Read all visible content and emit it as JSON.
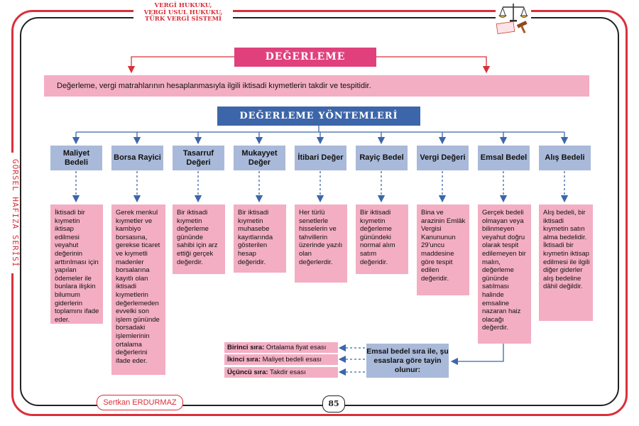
{
  "header": {
    "title_lines": [
      "VERGİ HUKUKU,",
      "VERGİ USUL HUKUKU,",
      "TÜRK VERGİ SİSTEMİ"
    ]
  },
  "side_label": "GÖRSEL HAFIZA SERİSİ",
  "colors": {
    "frame_red": "#d9303a",
    "heading_pink": "#e0417d",
    "box_pink": "#f3aec4",
    "heading_blue": "#3d66aa",
    "box_blue": "#a9b9d9"
  },
  "heading": "DEĞERLEME",
  "definition": "Değerleme, vergi matrahlarının hesaplanmasıyla ilgili iktisadi kıymetlerin takdir ve tespitidir.",
  "methods_heading": "DEĞERLEME YÖNTEMLERİ",
  "methods": [
    {
      "name": "Maliyet Bedeli",
      "desc": "İktisadi bir kıymetin iktisap edilmesi veyahut değerinin arttırılması için yapılan ödemeler ile bunlara ilişkin bilumum giderlerin toplamını ifade eder."
    },
    {
      "name": "Borsa Rayici",
      "desc": "Gerek menkul kıymetler ve kambiyo borsasına, gerekse ticaret ve kıymetli madenler borsalarına kayıtlı olan iktisadi kıymetlerin değerlemeden evvelki son işlem gününde borsadaki işlemlerinin ortalama değerlerini ifade eder."
    },
    {
      "name": "Tasarruf Değeri",
      "desc": "Bir iktisadi kıymetin değerleme gününde sahibi için arz ettiği gerçek değerdir."
    },
    {
      "name": "Mukayyet Değer",
      "desc": "Bir iktisadi kıymetin muhasebe kayıtlarında gösterilen hesap değeridir."
    },
    {
      "name": "İtibari Değer",
      "desc": "Her türlü senetlerle hisselerin ve tahvillerin üzerinde yazılı olan değerlerdir."
    },
    {
      "name": "Rayiç Bedel",
      "desc": "Bir iktisadi kıymetin değerleme günündeki normal alım satım değeridir."
    },
    {
      "name": "Vergi Değeri",
      "desc": "Bina ve arazinin Emlâk Vergisi Kanununun 29'uncu maddesine göre tespit edilen değeridir."
    },
    {
      "name": "Emsal Bedel",
      "desc": "Gerçek bedeli olmayan veya bilinmeyen veyahut doğru olarak tespit edilemeyen bir malın, değerleme gününde satılması halinde emsaline nazaran haiz olacağı değerdir."
    },
    {
      "name": "Alış Bedeli",
      "desc": "Alış bedeli, bir iktisadi kıymetin satın alma bedelidir. İktisadi bir kıymetin iktisap edilmesi ile ilgili diğer giderler alış bedeline dâhil değildir."
    }
  ],
  "emsal_rules": {
    "title": "Emsal bedel sıra ile, şu esaslara göre tayin olunur:",
    "items": [
      {
        "label": "Birinci sıra:",
        "value": "Ortalama fiyat esası"
      },
      {
        "label": "İkinci sıra:",
        "value": "Maliyet bedeli esası"
      },
      {
        "label": "Üçüncü sıra:",
        "value": "Takdir esası"
      }
    ]
  },
  "footer": {
    "author": "Sertkan ERDURMAZ",
    "page_number": "85"
  }
}
